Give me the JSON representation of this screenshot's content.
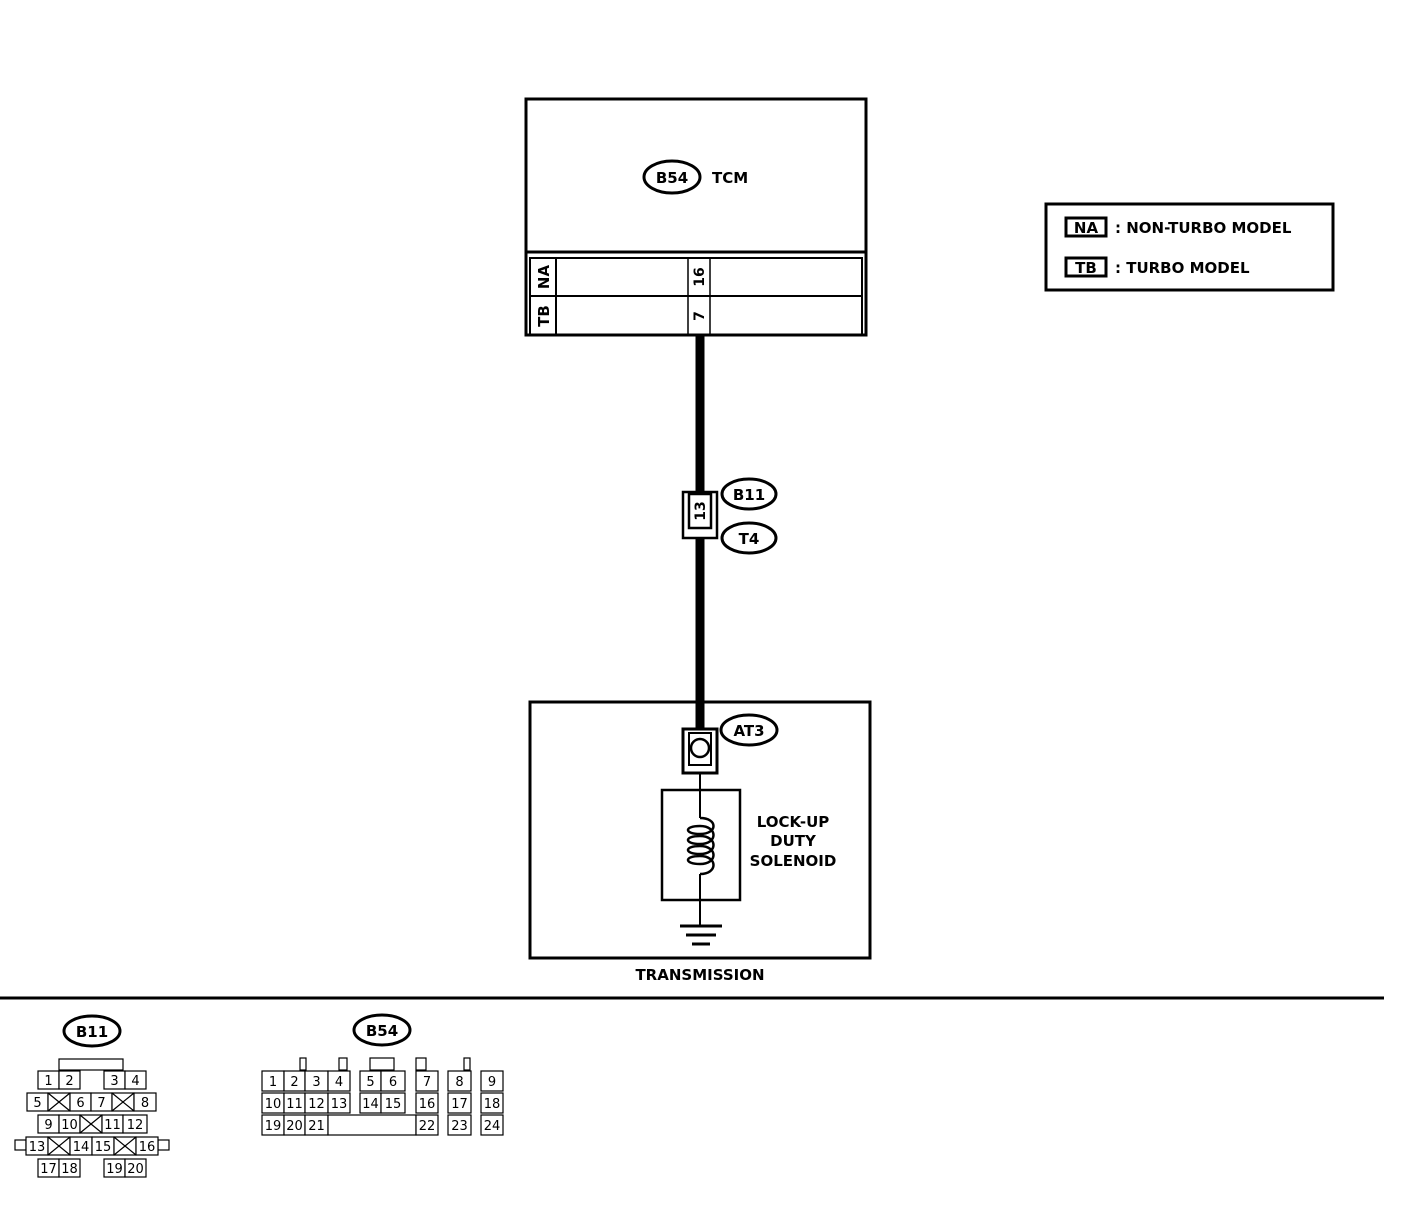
{
  "tcm": {
    "badge": "B54",
    "label": "TCM"
  },
  "tcm_pins": [
    {
      "model": "NA",
      "pin": "16"
    },
    {
      "model": "TB",
      "pin": "7"
    }
  ],
  "legend": [
    {
      "code": "NA",
      "text": ": NON-TURBO MODEL"
    },
    {
      "code": "TB",
      "text": ": TURBO MODEL"
    }
  ],
  "junction": {
    "pin": "13",
    "badge_top": "B11",
    "badge_bottom": "T4"
  },
  "transmission": {
    "label": "TRANSMISSION",
    "connector_badge": "AT3",
    "solenoid_lines": [
      "LOCK-UP",
      "DUTY",
      "SOLENOID"
    ]
  },
  "connector_b11": {
    "badge": "B11",
    "rows": [
      [
        "1",
        "2",
        "3",
        "4"
      ],
      [
        "5",
        "6",
        "7",
        "8"
      ],
      [
        "9",
        "10",
        "11",
        "12"
      ],
      [
        "13",
        "14",
        "15",
        "16"
      ],
      [
        "17",
        "18",
        "19",
        "20"
      ]
    ]
  },
  "connector_b54": {
    "badge": "B54",
    "rows": [
      [
        "1",
        "2",
        "3",
        "4",
        "5",
        "6",
        "7",
        "8",
        "9"
      ],
      [
        "10",
        "11",
        "12",
        "13",
        "14",
        "15",
        "16",
        "17",
        "18"
      ],
      [
        "19",
        "20",
        "21",
        "22",
        "23",
        "24"
      ]
    ]
  },
  "colors": {
    "ink": "#000000",
    "background": "#ffffff"
  }
}
